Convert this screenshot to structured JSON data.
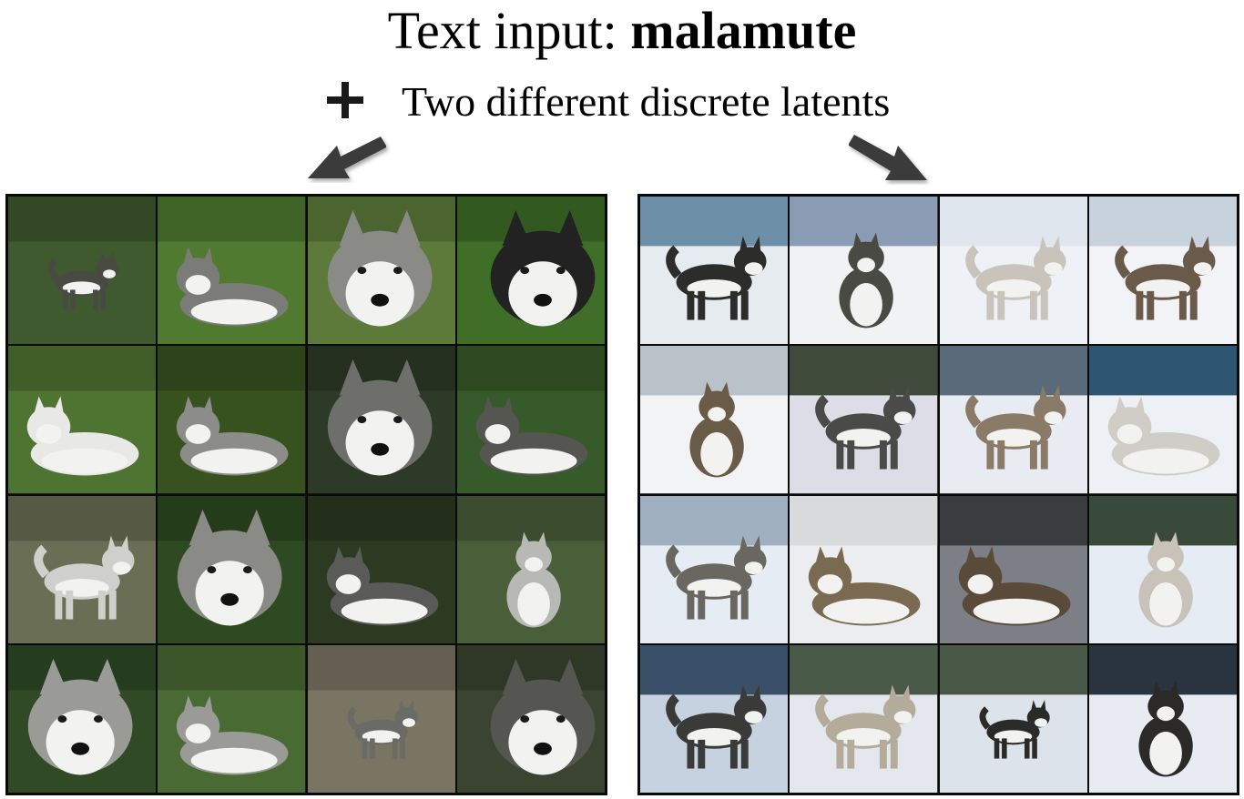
{
  "header": {
    "prefix": "Text input: ",
    "keyword": "malamute",
    "subtitle": "Two different discrete latents"
  },
  "grids": [
    {
      "tiles": [
        {
          "bg": "#3f5a2e",
          "fg": "#4a4a44",
          "pose": "stand-small"
        },
        {
          "bg": "#4f7a30",
          "fg": "#7b7b78",
          "pose": "lie"
        },
        {
          "bg": "#5d7a3a",
          "fg": "#8a8a86",
          "pose": "face"
        },
        {
          "bg": "#3e6e28",
          "fg": "#222222",
          "pose": "face-side"
        },
        {
          "bg": "#4f7330",
          "fg": "#e8e8e6",
          "pose": "lie"
        },
        {
          "bg": "#38521f",
          "fg": "#8c8c88",
          "pose": "lie"
        },
        {
          "bg": "#2e3a28",
          "fg": "#6e6e6a",
          "pose": "face"
        },
        {
          "bg": "#375a2a",
          "fg": "#555552",
          "pose": "lie"
        },
        {
          "bg": "#6a6e55",
          "fg": "#cfcfcc",
          "pose": "stand"
        },
        {
          "bg": "#2e4a22",
          "fg": "#8a8a86",
          "pose": "face"
        },
        {
          "bg": "#2c3a22",
          "fg": "#5a5a58",
          "pose": "lie"
        },
        {
          "bg": "#4a5e3a",
          "fg": "#b8b8b4",
          "pose": "sit"
        },
        {
          "bg": "#2f4a25",
          "fg": "#9a9a96",
          "pose": "face"
        },
        {
          "bg": "#4a6a34",
          "fg": "#9a9a96",
          "pose": "lie"
        },
        {
          "bg": "#7a7462",
          "fg": "#6a6a66",
          "pose": "stand-small"
        },
        {
          "bg": "#3a4430",
          "fg": "#555552",
          "pose": "face-side"
        }
      ]
    },
    {
      "tiles": [
        {
          "bg": "#e6ebf0",
          "fg": "#2c2c2a",
          "pose": "stand",
          "sky": "#6e8fa8"
        },
        {
          "bg": "#f0f2f4",
          "fg": "#4a4a44",
          "pose": "sit",
          "sky": "#8a9cb4"
        },
        {
          "bg": "#eef1f5",
          "fg": "#c8c4bc",
          "pose": "stand",
          "sky": "#dfe6ee"
        },
        {
          "bg": "#f1f3f6",
          "fg": "#6a5a4a",
          "pose": "stand",
          "sky": "#c8d2dc"
        },
        {
          "bg": "#f2f3f4",
          "fg": "#6a5a48",
          "pose": "sit",
          "sky": "#b8c2c8"
        },
        {
          "bg": "#dcdde6",
          "fg": "#4a4a48",
          "pose": "stand",
          "sky": "#404a3a"
        },
        {
          "bg": "#e8ecf2",
          "fg": "#8a7a68",
          "pose": "stand",
          "sky": "#5a6a7a"
        },
        {
          "bg": "#edf0f4",
          "fg": "#d0ccc6",
          "pose": "lie",
          "sky": "#2e5672"
        },
        {
          "bg": "#e6ecf4",
          "fg": "#6a6660",
          "pose": "stand",
          "sky": "#a0b0c0"
        },
        {
          "bg": "#ecedef",
          "fg": "#7a6a52",
          "pose": "lie",
          "sky": "#d8dadc"
        },
        {
          "bg": "#7c7f86",
          "fg": "#5a4a3a",
          "pose": "lie",
          "sky": "#3a3c40"
        },
        {
          "bg": "#e6ecf4",
          "fg": "#c8c2b8",
          "pose": "sit",
          "sky": "#3a4a3a"
        },
        {
          "bg": "#c6d2e0",
          "fg": "#3a3a38",
          "pose": "stand",
          "sky": "#3a5068"
        },
        {
          "bg": "#e4e8ee",
          "fg": "#b4ab9a",
          "pose": "stand",
          "sky": "#4a5a48"
        },
        {
          "bg": "#dde3ea",
          "fg": "#2a2a28",
          "pose": "stand-small",
          "sky": "#4a5848"
        },
        {
          "bg": "#e8ecf2",
          "fg": "#2c2a28",
          "pose": "sit",
          "sky": "#2a3440"
        }
      ]
    }
  ]
}
